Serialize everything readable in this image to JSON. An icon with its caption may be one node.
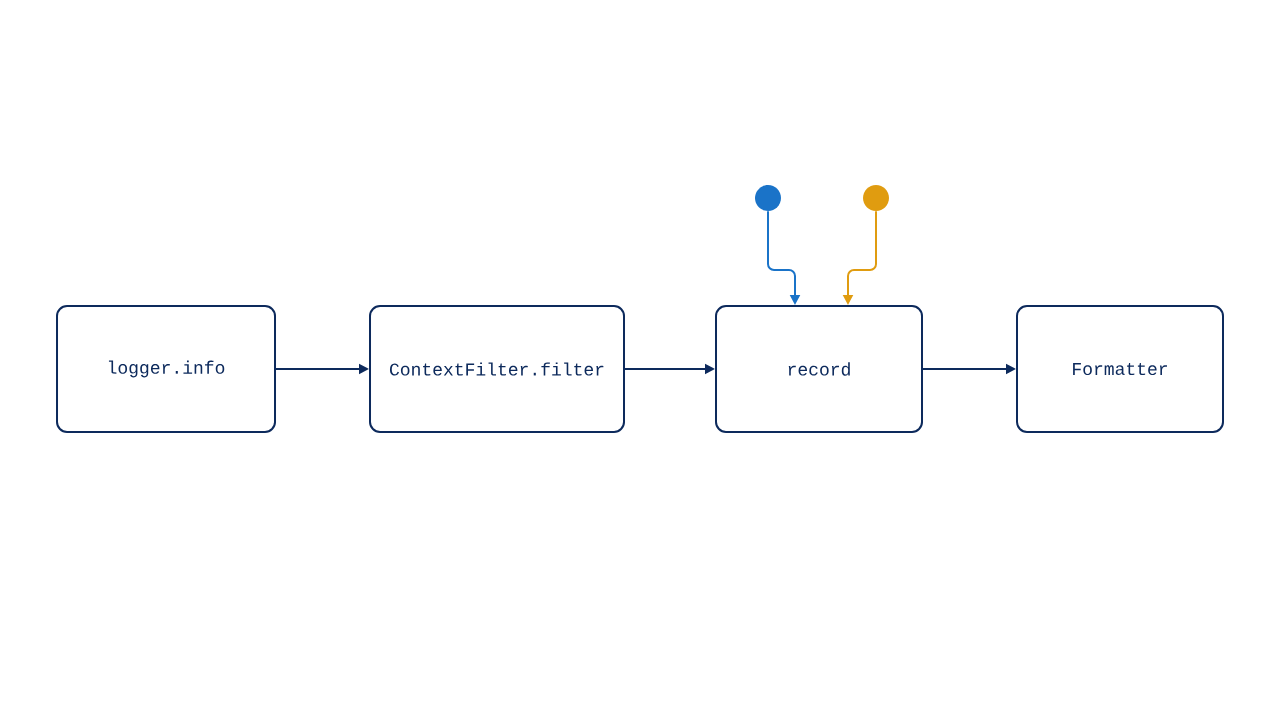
{
  "diagram": {
    "nodes": [
      {
        "text": [
          "logger.info"
        ]
      },
      {
        "text": [
          "ContextFilter.filter"
        ]
      },
      {
        "text": [
          "record"
        ]
      },
      {
        "text": [
          "Formatter"
        ]
      },
      {
        "text": [],
        "shape": "circle"
      },
      {
        "text": [],
        "shape": "circle"
      }
    ],
    "edges": [
      {
        "from": 0,
        "to": 1,
        "arrow": "to"
      },
      {
        "from": 1,
        "to": 2,
        "arrow": "to"
      },
      {
        "from": 2,
        "to": 3,
        "arrow": "to"
      },
      {
        "from": 4,
        "to": 2,
        "arrow": "to",
        "color": "#1a73c8"
      },
      {
        "from": 5,
        "to": 2,
        "arrow": "to",
        "color": "#e09c10"
      }
    ]
  }
}
